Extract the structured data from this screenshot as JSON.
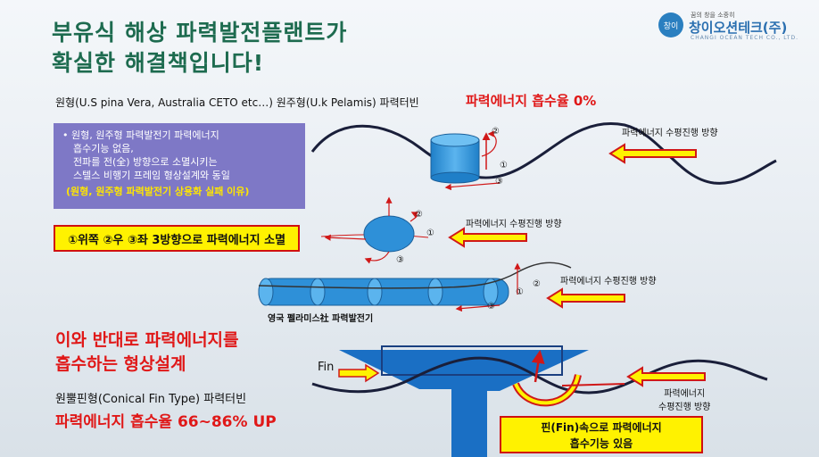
{
  "title": {
    "line1": "부유식 해상 파력발전플랜트가",
    "line2": "확실한 해결책입니다!"
  },
  "logo": {
    "circle_text": "창이",
    "tagline": "꿈의 창을 소중히",
    "name": "창이오션테크(주)",
    "english": "CHANGI OCEAN TECH CO., LTD."
  },
  "subhead": "원형(U.S pina Vera, Australia CETO  etc…) 원주형(U.k Pelamis) 파력터빈",
  "absorb_zero": "파력에너지 흡수율 0%",
  "purple_box": {
    "line1": "• 원형, 원주형 파력발전기 파력에너지",
    "line2": "흡수기능 없음,",
    "line3": "전파를 전(全) 방향으로 소멸시키는",
    "line4": "스텔스 비행기 프레임 형상설계와 동일",
    "line5": "(원형, 원주형 파력발전기 상용화 실패 이유)"
  },
  "dissipation_box": "①위쪽 ②우 ③좌 3방향으로 파력에너지 소멸",
  "wave_direction_label": "파력에너지 수평진행 방향",
  "pelamis_caption": "영국 펠라미스社 파력발전기",
  "opposite": {
    "line1": "이와 반대로 파력에너지를",
    "line2": "흡수하는 형상설계"
  },
  "conical_label": "원뿔핀형(Conical Fin Type) 파력터빈",
  "absorb_high": "파력에너지 흡수율 66~86% UP",
  "fin_label": "Fin",
  "bottom_wave_label": {
    "line1": "파력에너지",
    "line2": "수평진행 방향"
  },
  "fin_box": {
    "line1": "핀(Fin)속으로 파력에너지",
    "line2": "흡수기능 있음"
  },
  "markers": {
    "one": "①",
    "two": "②",
    "three": "③"
  },
  "colors": {
    "title": "#1d6b4f",
    "red": "#e01818",
    "yellow": "#fff200",
    "cylinder": "#2e90d8",
    "stem": "#1a6fc4",
    "purple": "#7e78c6"
  }
}
